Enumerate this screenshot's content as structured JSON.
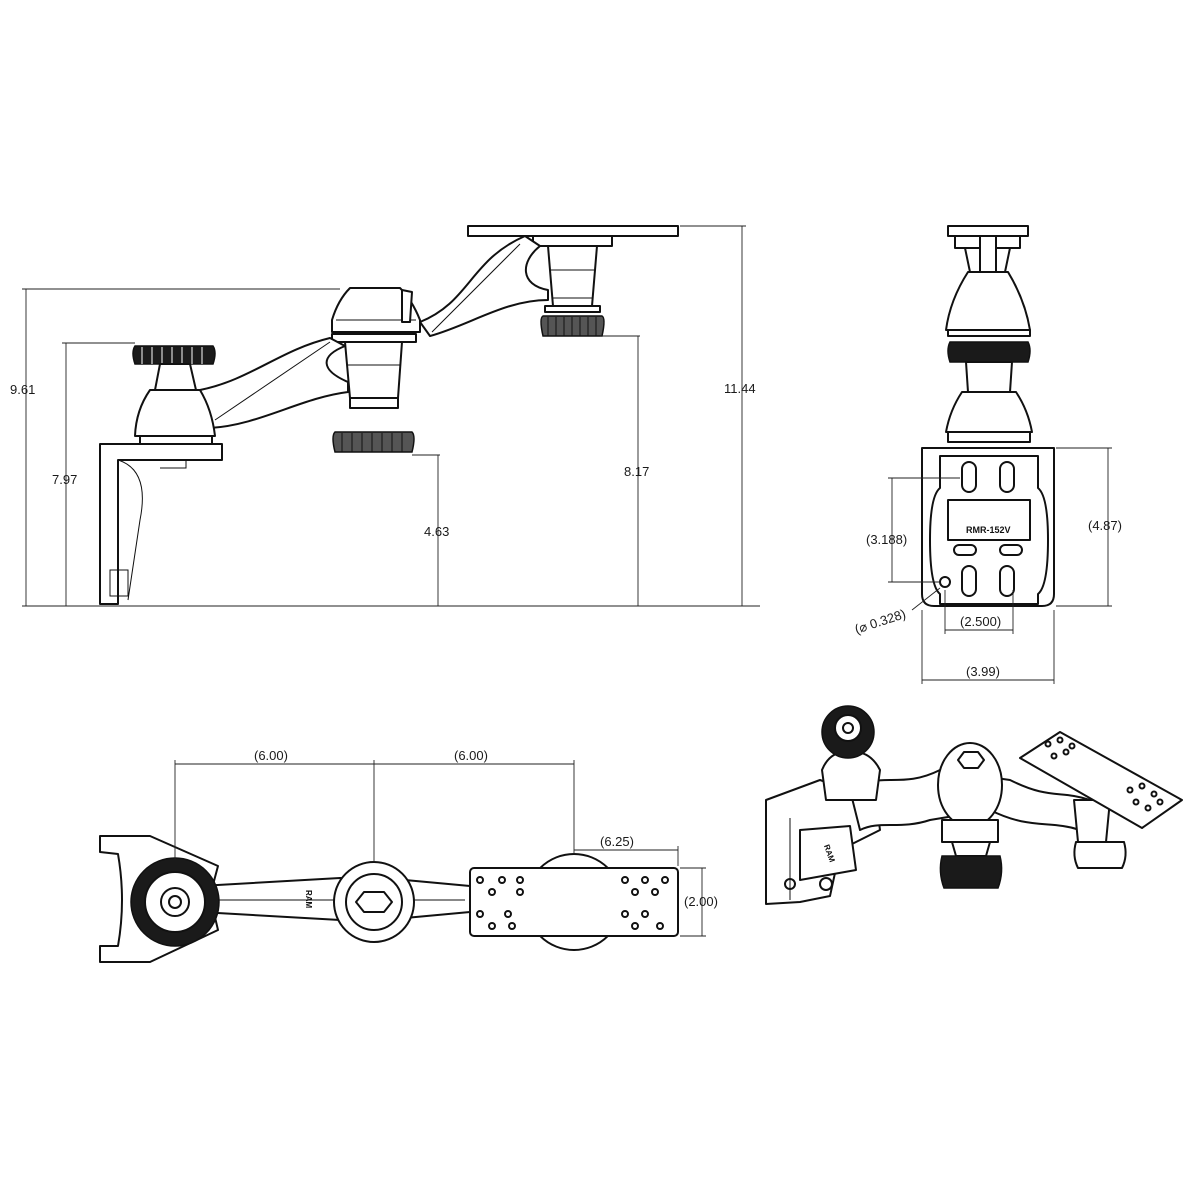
{
  "colors": {
    "line": "#111111",
    "background": "#ffffff",
    "knob": "#1a1a1a"
  },
  "side_view": {
    "dim_overall_height": "11.44",
    "dim_left_height": "9.61",
    "dim_knob_height": "7.97",
    "dim_lower_knob": "4.63",
    "dim_right_knob": "8.17"
  },
  "front_view": {
    "part_number": "RMR-152V",
    "dim_slot_spacing": "(3.188)",
    "dim_plate_height": "(4.87)",
    "dim_hole_diameter": "(⌀ 0.328)",
    "dim_hole_spacing": "(2.500)",
    "dim_plate_width": "(3.99)"
  },
  "top_view": {
    "dim_arm_1": "(6.00)",
    "dim_arm_2": "(6.00)",
    "dim_plate_length": "(6.25)",
    "dim_plate_width": "(2.00)",
    "brand_text": "RAM"
  },
  "iso_view": {
    "brand_text": "RAM"
  }
}
